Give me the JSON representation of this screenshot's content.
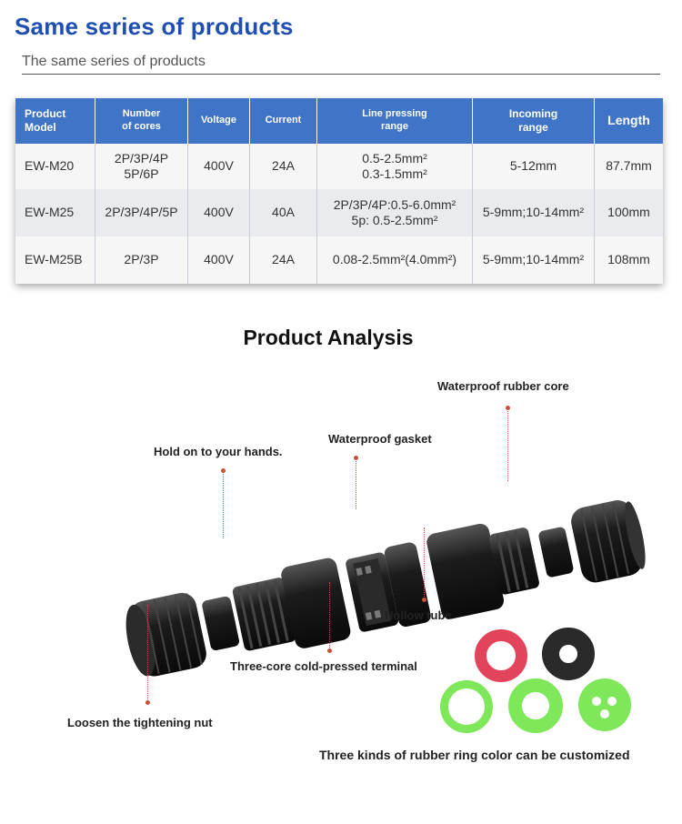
{
  "header": {
    "title": "Same series of products",
    "subtitle": "The same series of products"
  },
  "table": {
    "headers": [
      "Product\nModel",
      "Number\nof cores",
      "Voltage",
      "Current",
      "Line pressing\nrange",
      "Incoming\nrange",
      "Length"
    ],
    "rows": [
      [
        "EW-M20",
        "2P/3P/4P\n5P/6P",
        "400V",
        "24A",
        "0.5-2.5mm²\n0.3-1.5mm²",
        "5-12mm",
        "87.7mm"
      ],
      [
        "EW-M25",
        "2P/3P/4P/5P",
        "400V",
        "40A",
        "2P/3P/4P:0.5-6.0mm²\n5p: 0.5-2.5mm²",
        "5-9mm;10-14mm²",
        "100mm"
      ],
      [
        "EW-M25B",
        "2P/3P",
        "400V",
        "24A",
        "0.08-2.5mm²(4.0mm²)",
        "5-9mm;10-14mm²",
        "108mm"
      ]
    ]
  },
  "analysis": {
    "title": "Product Analysis",
    "labels": {
      "hold": "Hold on to your hands.",
      "gasket": "Waterproof gasket",
      "core": "Waterproof rubber core",
      "tube": "Hollow tube",
      "terminal": "Three-core cold-pressed terminal",
      "nut": "Loosen the tightening nut",
      "rings": "Three kinds of rubber ring color can be customized"
    }
  },
  "colors": {
    "accent": "#1f4fb0",
    "table_header": "#3f74c7",
    "leader": "#c9503a",
    "ring_red": "#e2445c",
    "ring_black": "#2a2a2a",
    "ring_green": "#7ee85a"
  }
}
